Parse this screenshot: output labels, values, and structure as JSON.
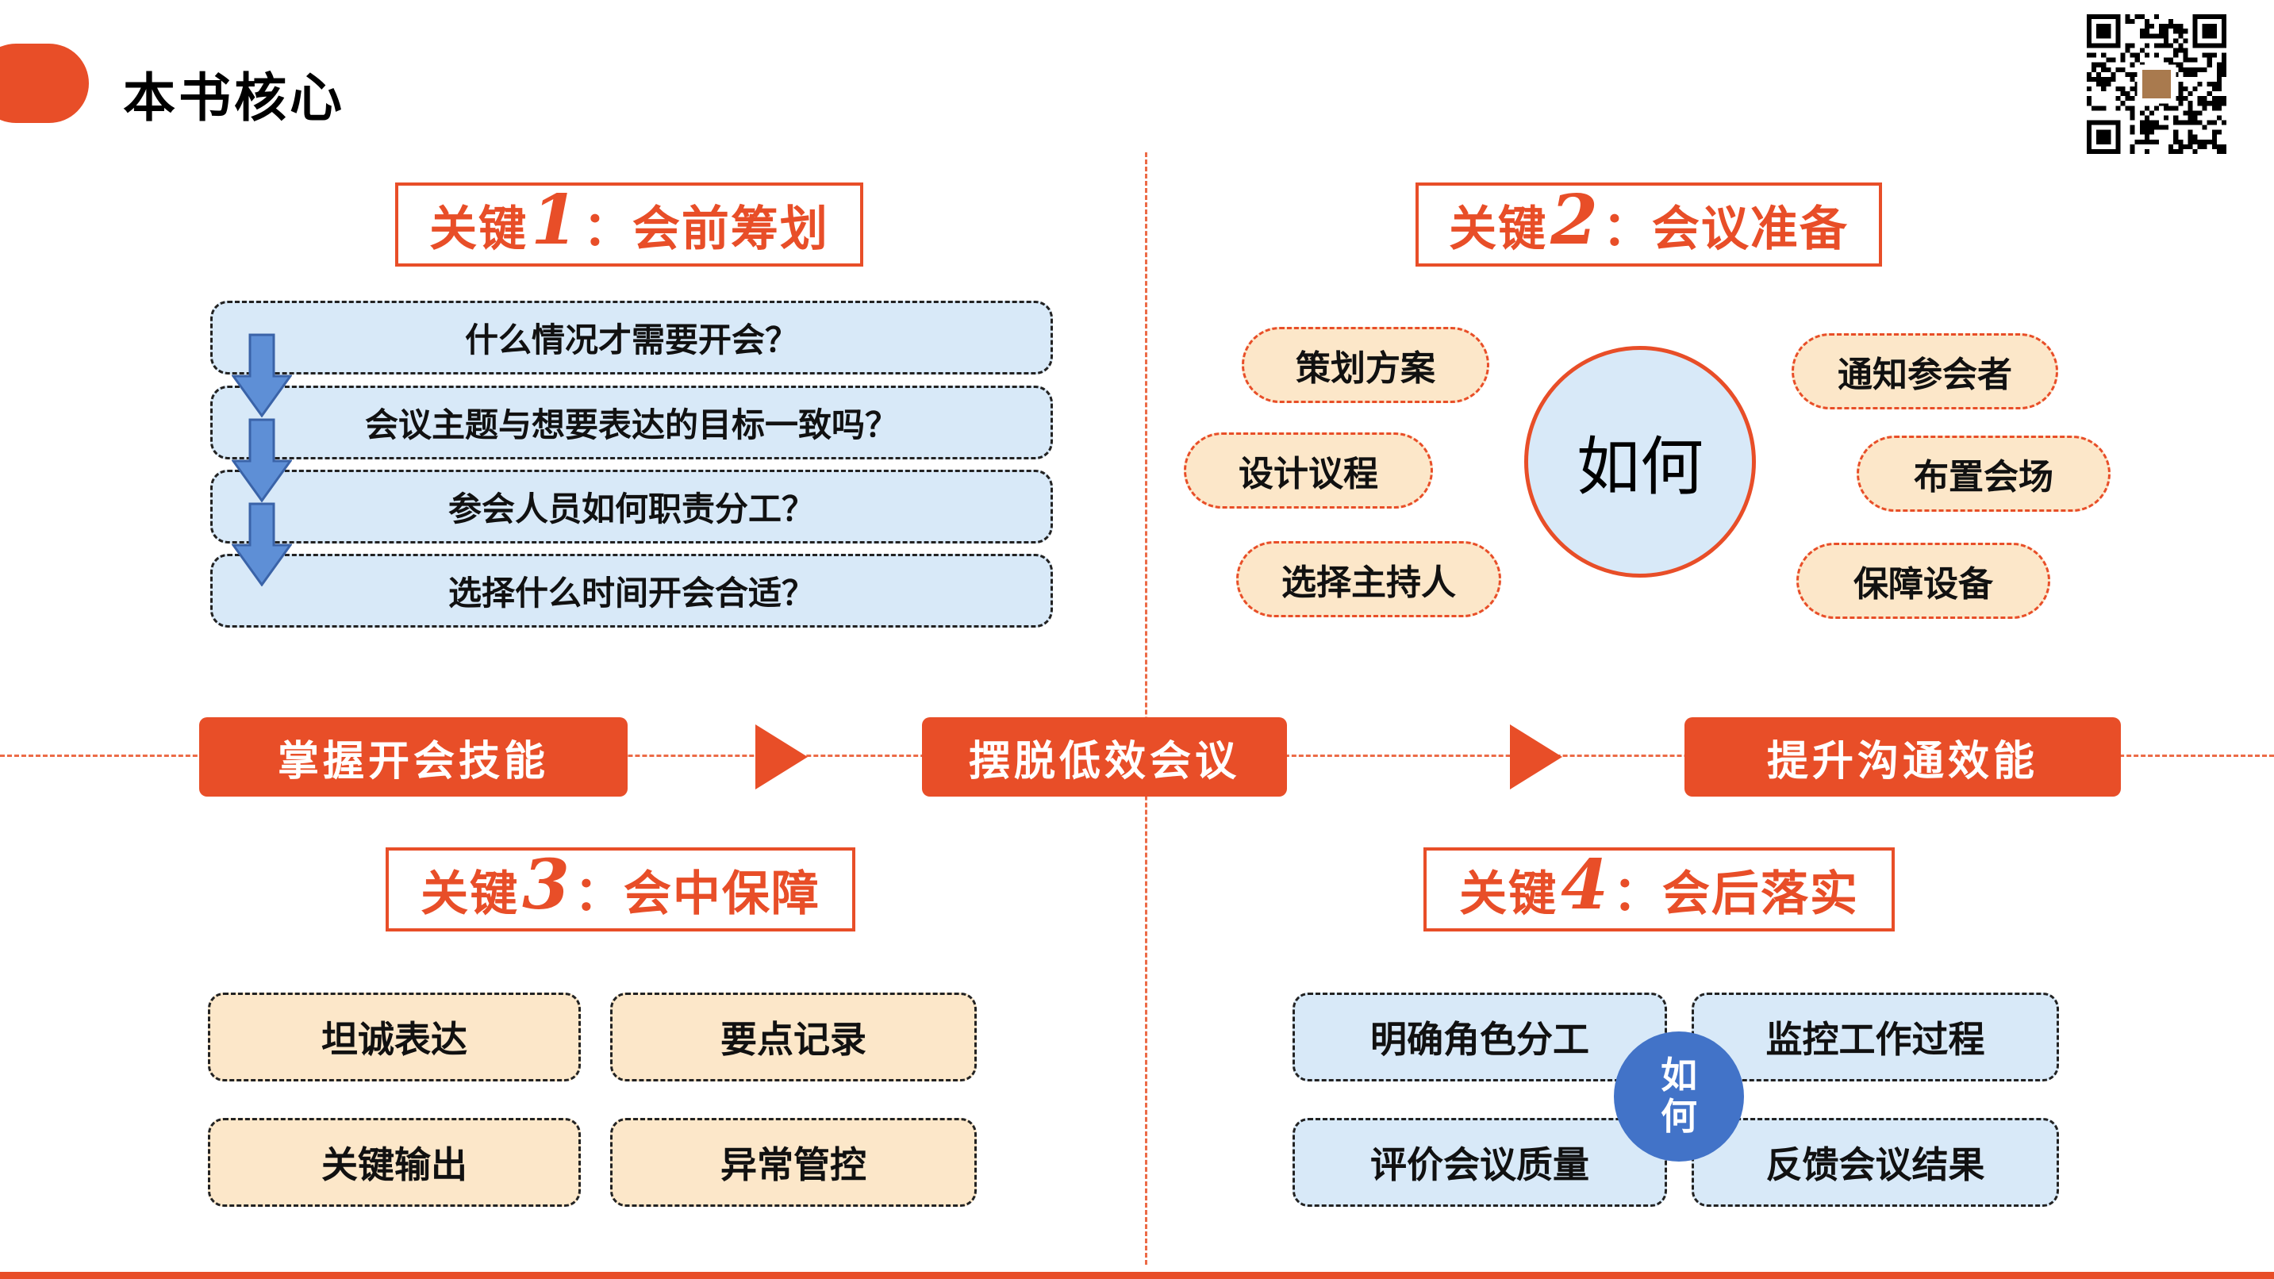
{
  "header": {
    "title": "本书核心"
  },
  "sections": {
    "q1": {
      "prefix": "关键",
      "number": "1",
      "suffix": "：会前筹划",
      "steps": [
        "什么情况才需要开会？",
        "会议主题与想要表达的目标一致吗？",
        "参会人员如何职责分工？",
        "选择什么时间开会合适？"
      ]
    },
    "q2": {
      "prefix": "关键",
      "number": "2",
      "suffix": "：会议准备",
      "center_label": "如何",
      "pills": [
        "策划方案",
        "通知参会者",
        "设计议程",
        "布置会场",
        "选择主持人",
        "保障设备"
      ]
    },
    "q3": {
      "prefix": "关键",
      "number": "3",
      "suffix": "：会中保障",
      "items": [
        "坦诚表达",
        "要点记录",
        "关键输出",
        "异常管控"
      ]
    },
    "q4": {
      "prefix": "关键",
      "number": "4",
      "suffix": "：会后落实",
      "items": [
        "明确角色分工",
        "监控工作过程",
        "评价会议质量",
        "反馈会议结果"
      ],
      "center_chars": [
        "如",
        "何"
      ]
    }
  },
  "flow": {
    "steps": [
      "掌握开会技能",
      "摆脱低效会议",
      "提升沟通效能"
    ]
  },
  "icons": {
    "qr_code": "qr-code",
    "down_arrow": "down-arrow",
    "flow_arrow": "right-arrow"
  },
  "colors": {
    "accent_orange": "#E84E28",
    "divider_orange": "#EC6B47",
    "light_blue_fill": "#D8E9F8",
    "peach_fill": "#FCE7C9",
    "step_arrow_blue": "#5E8FD6",
    "q4_circle_blue": "#4273C8"
  }
}
